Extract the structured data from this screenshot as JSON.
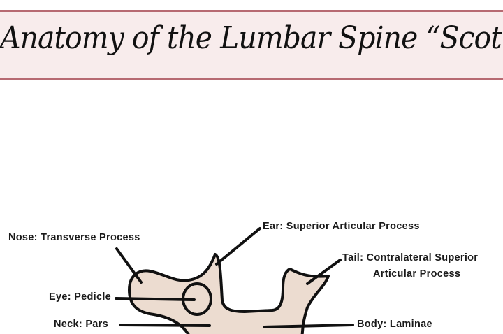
{
  "title": "Anatomy of the Lumbar Spine “Scotty Dog”",
  "labels": {
    "ear": "Ear: Superior Articular Process",
    "nose": "Nose: Transverse Process",
    "tail_line1": "Tail: Contralateral Superior",
    "tail_line2": "Articular Process",
    "eye": "Eye: Pedicle",
    "neck": "Neck: Pars",
    "body": "Body: Laminae"
  },
  "colors": {
    "banner_border": "#b76a72",
    "banner_bg": "#f8ecec",
    "bone_fill": "#ecdcd0"
  }
}
